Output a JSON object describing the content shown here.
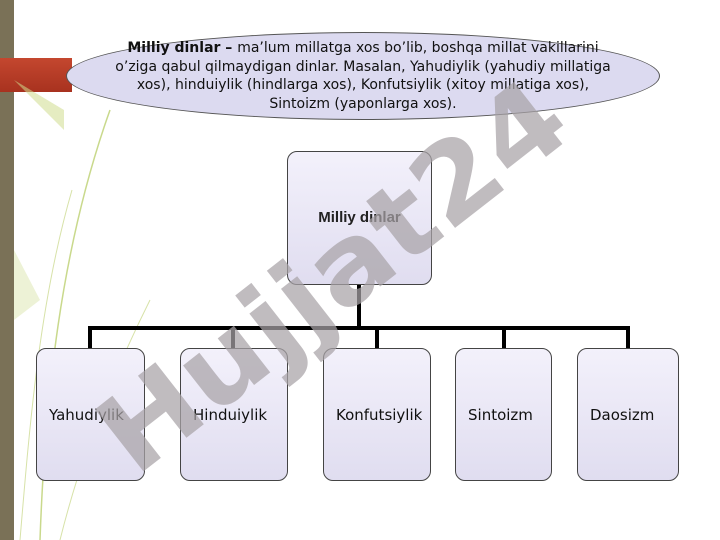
{
  "callout": {
    "term": "Milliy dinlar",
    "dash": " – ",
    "definition": "  ma’lum millatga xos bo’lib, boshqa millat vakillarini o’ziga  qabul qilmaydigan dinlar. Masalan, Yahudiylik (yahudiy millatiga xos),  hinduiylik (hindlarga xos), Konfutsiylik (xitoy millatiga xos), Sintoizm  (yaponlarga xos)."
  },
  "diagram": {
    "root": "Milliy dinlar",
    "children": [
      "Yahudiylik",
      "Hinduiylik",
      "Konfutsiylik",
      "Sintoizm",
      "Daosizm"
    ]
  },
  "watermark": "Hujjat24",
  "colors": {
    "node_fill": "#e6e3f4",
    "callout_fill": "#dcdaf0",
    "watermark": "#a7a2a6",
    "connector": "#000000",
    "left_bar": "#7a7157",
    "accent_tab": "#c0392b"
  }
}
